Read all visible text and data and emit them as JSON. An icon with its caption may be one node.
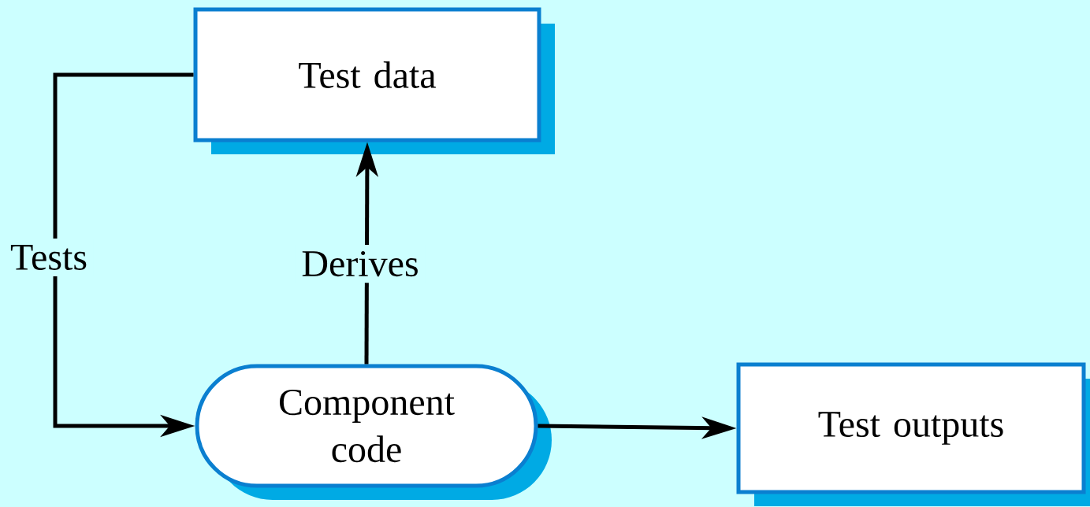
{
  "diagram": {
    "nodes": [
      {
        "text": [
          "Test data"
        ]
      },
      {
        "text": [
          "Component code"
        ]
      },
      {
        "text": [
          "Test outputs"
        ]
      }
    ],
    "edges": [
      {
        "from": 0,
        "to": 1,
        "arrow": "to",
        "label": "Tests"
      },
      {
        "from": 1,
        "to": 0,
        "arrow": "to",
        "label": "Derives"
      },
      {
        "from": 1,
        "to": 2,
        "arrow": "to"
      }
    ]
  }
}
